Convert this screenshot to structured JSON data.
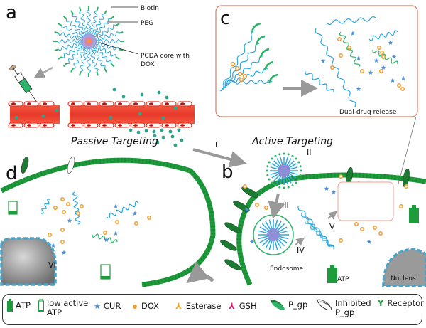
{
  "panels": {
    "a": {
      "letter": "a",
      "labels": {
        "biotin": "Biotin",
        "peg": "PEG",
        "core_line1": "PCDA core with",
        "core_line2": "DOX"
      },
      "caption": "Passive Targeting"
    },
    "b": {
      "letter": "b",
      "caption": "Active Targeting",
      "steps": [
        "I",
        "II",
        "III",
        "IV",
        "V"
      ],
      "endosome_label": "Endosome",
      "atp_label": "ATP",
      "nucleus_label": "Nucleus"
    },
    "c": {
      "letter": "c",
      "caption": "Dual-drug release"
    },
    "d": {
      "letter": "d",
      "step": "VI"
    }
  },
  "legend": {
    "items": [
      {
        "icon": "atp-battery-full-icon",
        "label": "ATP",
        "label2": ""
      },
      {
        "icon": "atp-battery-low-icon",
        "label": "low active",
        "label2": "ATP"
      },
      {
        "icon": "star-icon",
        "label": "CUR",
        "label2": ""
      },
      {
        "icon": "dot-icon",
        "label": "DOX",
        "label2": ""
      },
      {
        "icon": "scissors-orange-icon",
        "label": "Esterase",
        "label2": ""
      },
      {
        "icon": "scissors-pink-icon",
        "label": "GSH",
        "label2": ""
      },
      {
        "icon": "pgp-icon",
        "label": "P_gp",
        "label2": ""
      },
      {
        "icon": "inhibited-pgp-icon",
        "label": "Inhibited",
        "label2": "P_gp"
      },
      {
        "icon": "receptor-icon",
        "label": "Receptor",
        "label2": ""
      }
    ]
  },
  "colors": {
    "membrane": "#1e9c3c",
    "peg": "#29a8e0",
    "biotin": "#2db36a",
    "dox": "#f39c2b",
    "cur": "#4a90d9",
    "esterase": "#f5a623",
    "gsh": "#e6177a",
    "vessel": "#e8382a",
    "panel_c_border": "#e07a5f"
  }
}
